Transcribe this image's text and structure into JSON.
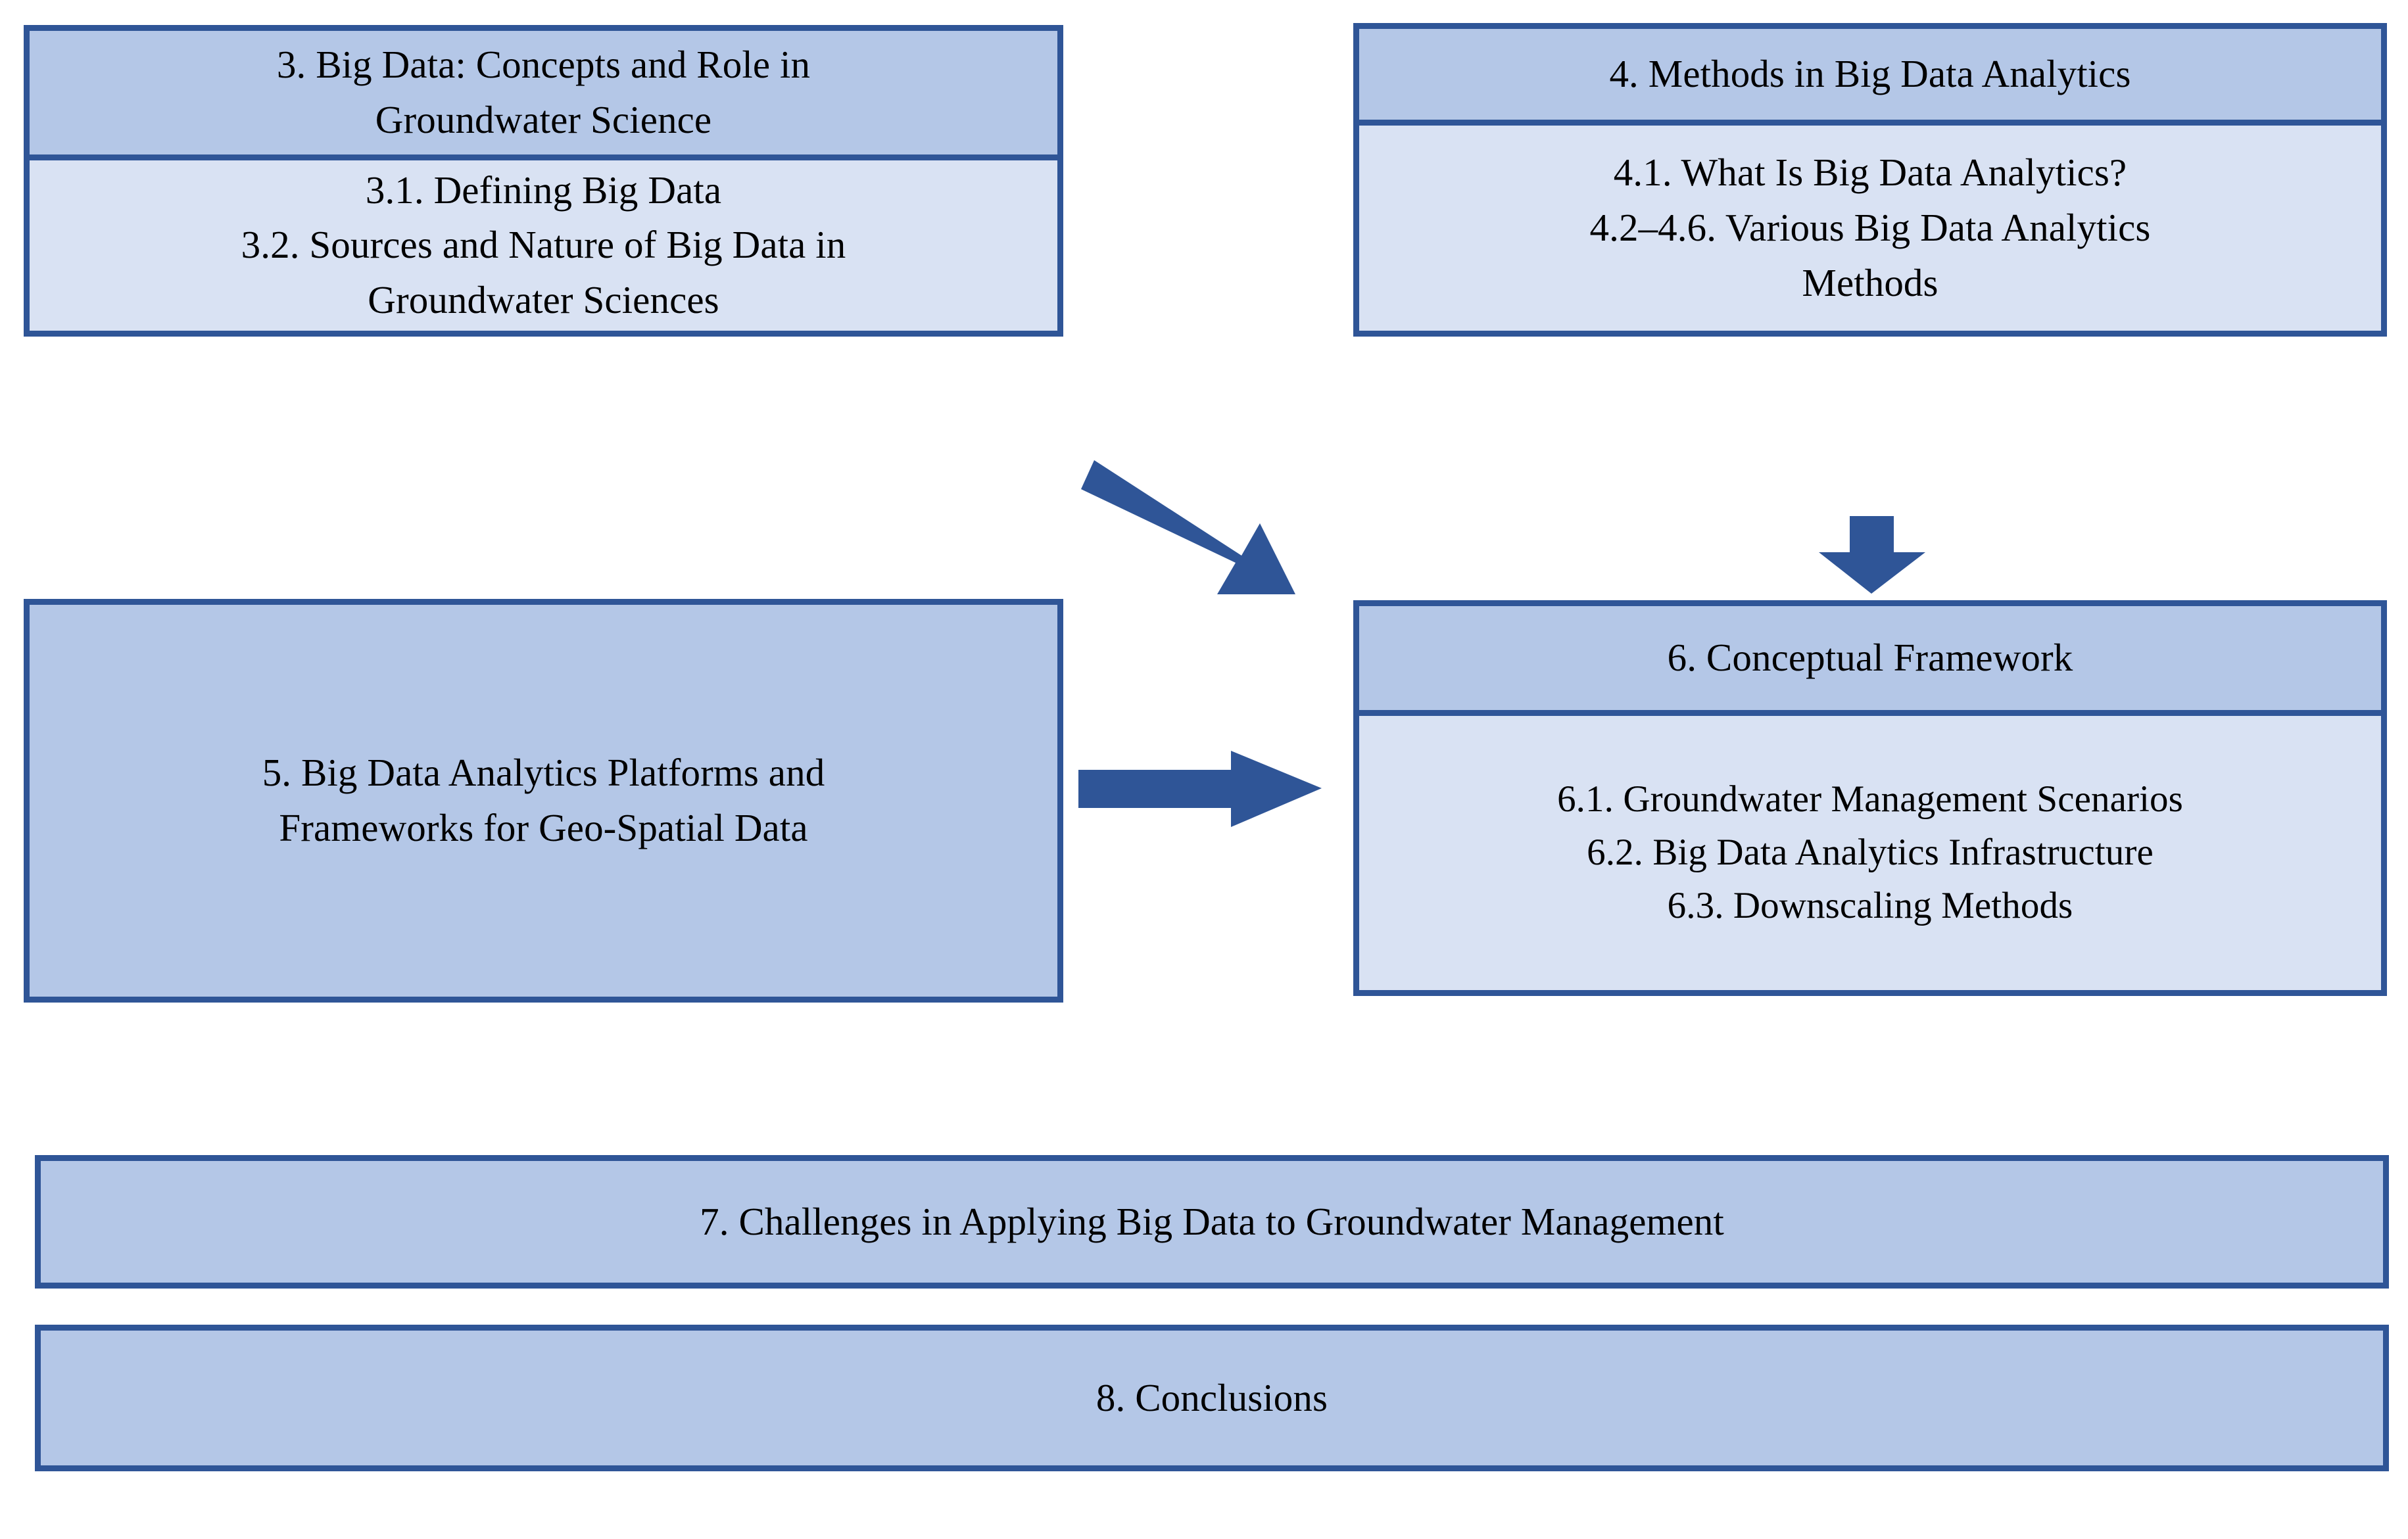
{
  "diagram": {
    "title": "Paper structure flowchart",
    "colors": {
      "border": "#2F5597",
      "header_fill": "#B4C7E7",
      "body_fill": "#D9E2F3",
      "arrow": "#2F5597",
      "text": "#000000",
      "background": "#FFFFFF"
    },
    "nodes": [
      {
        "id": "node-3",
        "header": "3. Big Data: Concepts and Role in\nGroundwater Science",
        "body": "3.1. Defining Big Data\n3.2. Sources and Nature of Big Data in\nGroundwater Sciences"
      },
      {
        "id": "node-4",
        "header": "4. Methods in Big Data Analytics",
        "body": "4.1. What Is Big Data Analytics?\n4.2–4.6. Various Big Data Analytics\nMethods"
      },
      {
        "id": "node-5",
        "header": "5. Big Data Analytics Platforms and\nFrameworks for Geo-Spatial Data"
      },
      {
        "id": "node-6",
        "header": "6. Conceptual Framework",
        "body": "6.1. Groundwater Management Scenarios\n6.2. Big Data Analytics Infrastructure\n6.3. Downscaling Methods"
      },
      {
        "id": "node-7",
        "header": "7. Challenges in Applying Big Data to Groundwater Management"
      },
      {
        "id": "node-8",
        "header": "8. Conclusions"
      }
    ],
    "arrows": [
      {
        "id": "arrow-diagonal",
        "icon": "diagonal-arrow-icon",
        "from": "node-3",
        "to": "node-6",
        "direction": "down-right"
      },
      {
        "id": "arrow-horizontal",
        "icon": "right-arrow-icon",
        "from": "node-5",
        "to": "node-6",
        "direction": "right"
      },
      {
        "id": "arrow-down",
        "icon": "down-arrow-icon",
        "from": "node-4",
        "to": "node-6",
        "direction": "down"
      }
    ]
  }
}
